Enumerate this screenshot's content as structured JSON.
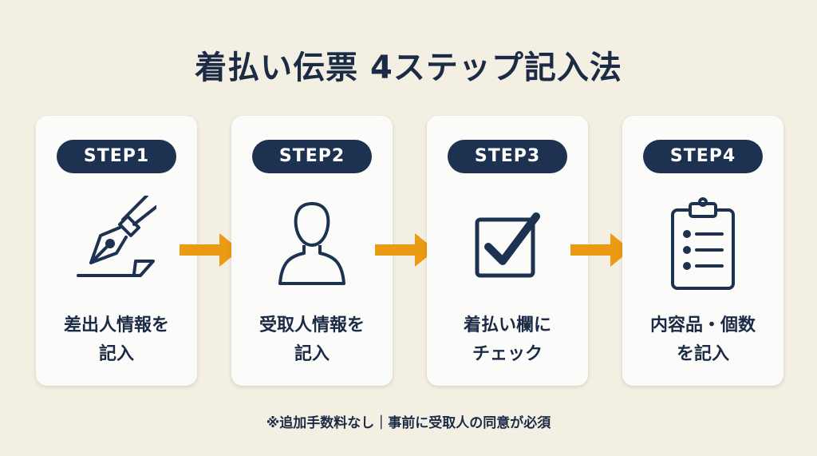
{
  "title": "着払い伝票 4ステップ記入法",
  "steps": [
    {
      "badge": "STEP1",
      "line1": "差出人情報を",
      "line2": "記入",
      "icon": "pen-icon"
    },
    {
      "badge": "STEP2",
      "line1": "受取人情報を",
      "line2": "記入",
      "icon": "person-icon"
    },
    {
      "badge": "STEP3",
      "line1": "着払い欄に",
      "line2": "チェック",
      "icon": "checkbox-icon"
    },
    {
      "badge": "STEP4",
      "line1": "内容品・個数",
      "line2": "を記入",
      "icon": "clipboard-icon"
    }
  ],
  "note": "※追加手数料なし｜事前に受取人の同意が必須",
  "colors": {
    "navy": "#1d3251",
    "arrow": "#eb9a14",
    "background": "#f4efe3"
  }
}
